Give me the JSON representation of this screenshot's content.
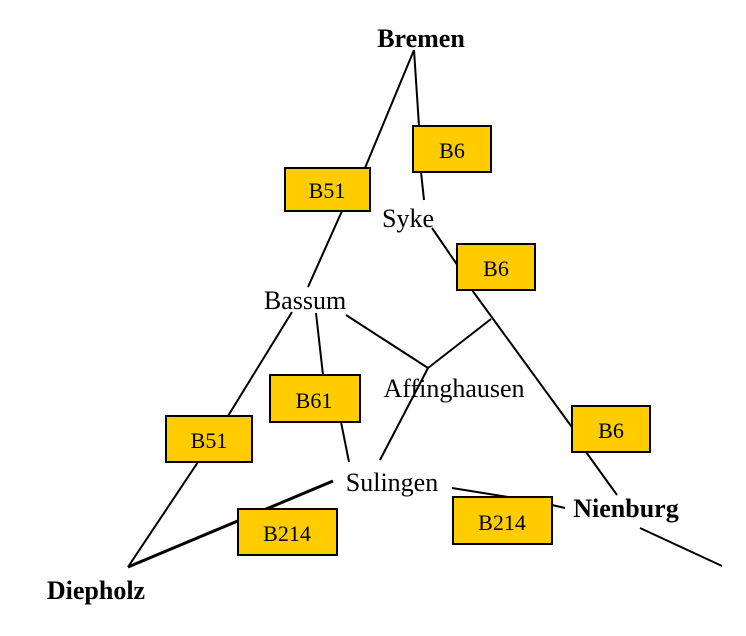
{
  "title": "Road map around Sulingen",
  "colors": {
    "road_box": "#ffcc00",
    "line": "#000000"
  },
  "cities": {
    "bremen": "Bremen",
    "syke": "Syke",
    "bassum": "Bassum",
    "affinghausen": "Affinghausen",
    "sulingen": "Sulingen",
    "nienburg": "Nienburg",
    "diepholz": "Diepholz"
  },
  "roads": {
    "b51_bremen_bassum": "B51",
    "b6_bremen_syke": "B6",
    "b6_syke_nienburg_1": "B6",
    "b6_syke_nienburg_2": "B6",
    "b51_bassum_diepholz": "B51",
    "b61_bassum_sulingen": "B61",
    "b214_diepholz_sulingen": "B214",
    "b214_sulingen_nienburg": "B214"
  }
}
